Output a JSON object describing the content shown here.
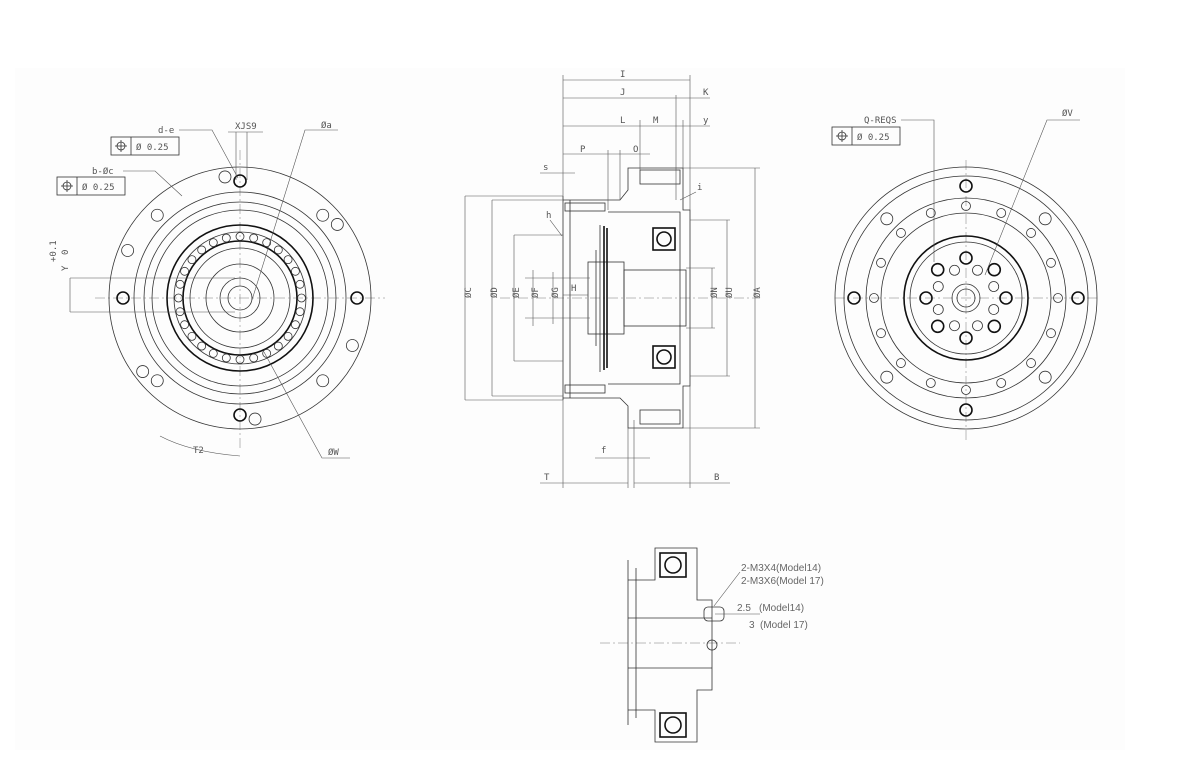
{
  "front_view": {
    "callouts": {
      "d_e": "d-e",
      "xjs9": "XJS9",
      "phi_a": "Øa",
      "b_phi_c": "b-Øc",
      "y_tol_upper": "+0.1",
      "y_tol_lower": "0",
      "y": "Y",
      "t2": "T2",
      "phi_w": "ØW"
    },
    "tolerance_frames": [
      {
        "symbol": "position-icon",
        "value": "Ø 0.25"
      },
      {
        "symbol": "position-icon",
        "value": "Ø 0.25"
      }
    ]
  },
  "section_view": {
    "top_dims": [
      "I",
      "J",
      "K",
      "L",
      "M",
      "y",
      "P",
      "O",
      "s"
    ],
    "left_diameters": [
      "ØC",
      "ØD",
      "ØE",
      "ØF",
      "ØG"
    ],
    "right_diameters": [
      "ØN",
      "ØU",
      "ØA"
    ],
    "inner_labels": {
      "h": "h",
      "i": "i",
      "H": "H"
    },
    "bottom_dims": {
      "f": "f",
      "T": "T",
      "B": "B"
    }
  },
  "rear_view": {
    "callouts": {
      "q_reqs": "Q-REQS",
      "phi_v": "ØV"
    },
    "tolerance_frame": {
      "symbol": "position-icon",
      "value": "Ø 0.25"
    }
  },
  "detail_view": {
    "thread_note_1": "2-M3X4",
    "thread_note_1_model": "(Model14)",
    "thread_note_2": "2-M3X6",
    "thread_note_2_model": "(Model 17)",
    "depth_1": "2.5",
    "depth_1_model": "(Model14)",
    "depth_2": "3",
    "depth_2_model": "(Model 17)"
  }
}
